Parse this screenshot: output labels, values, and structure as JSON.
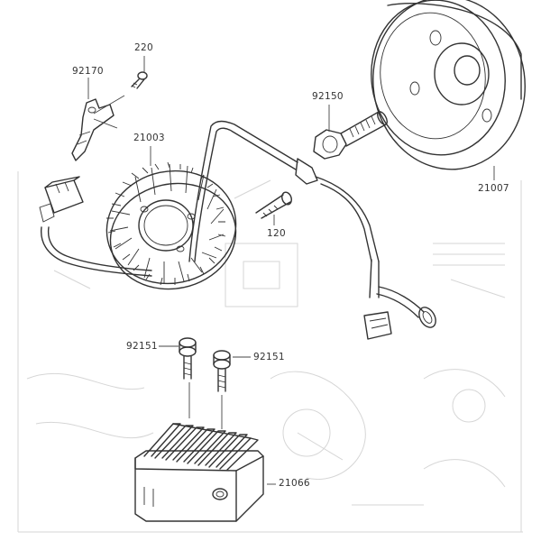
{
  "diagram": {
    "colors": {
      "line": "#333333",
      "ghost": "#d6d6d6",
      "background": "#ffffff"
    },
    "callouts": {
      "bolt_220": "220",
      "bracket_92170": "92170",
      "stator_21003": "21003",
      "bolt_92150": "92150",
      "flywheel_21007": "21007",
      "bolt_120": "120",
      "bolt_92151_left": "92151",
      "bolt_92151_right": "92151",
      "regulator_21066": "21066"
    }
  }
}
